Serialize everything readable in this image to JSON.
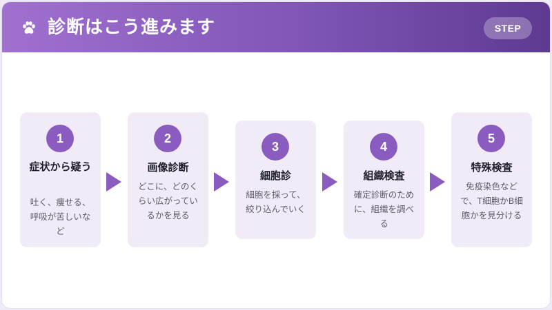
{
  "header": {
    "icon": "paw-icon",
    "title": "診断はこう進みます",
    "badge": "STEP"
  },
  "colors": {
    "header_gradient_start": "#a070cf",
    "header_gradient_end": "#5e3a91",
    "accent": "#8a5cc0",
    "card_bg": "#f1ebf8"
  },
  "steps": [
    {
      "number": "1",
      "title": "症状から疑う",
      "description": "吐く、痩せる、呼吸が苦しいなど"
    },
    {
      "number": "2",
      "title": "画像診断",
      "description": "どこに、どのくらい広がっているかを見る"
    },
    {
      "number": "3",
      "title": "細胞診",
      "description": "細胞を採って、絞り込んでいく"
    },
    {
      "number": "4",
      "title": "組織検査",
      "description": "確定診断のために、組織を調べる"
    },
    {
      "number": "5",
      "title": "特殊検査",
      "description": "免疫染色などで、T細胞かB細胞かを見分ける"
    }
  ]
}
